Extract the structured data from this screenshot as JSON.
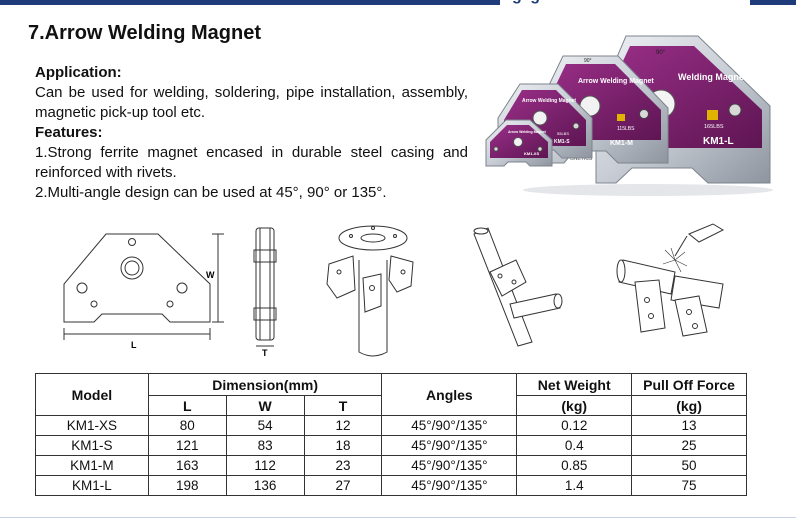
{
  "header": {
    "tagline_fragment": "g    g",
    "accent": "#1f3b7a"
  },
  "section": {
    "title": "7.Arrow Welding Magnet",
    "application_heading": "Application:",
    "application_text": "Can be used for welding, soldering, pipe installation, assembly, magnetic pick-up tool etc.",
    "features_heading": "Features:",
    "feature_1": "1.Strong ferrite magnet encased in durable steel casing and reinforced with rivets.",
    "feature_2": "2.Multi-angle design can be used at 45°, 90° or 135°."
  },
  "photo": {
    "magnet_large": {
      "name": "Welding Magnet",
      "angle": "90°",
      "load": "165LBS",
      "model": "KM1-L"
    },
    "magnet_medium": {
      "name": "Arrow Welding Magnet",
      "angle": "90°",
      "load": "115LBS",
      "model": "KM1-M"
    },
    "magnet_small": {
      "name": "Arrow Welding Magnet",
      "load": "55LBS",
      "model": "KM1-S"
    },
    "magnet_tiny": {
      "name": "Arrow Welding Magnet",
      "model": "KM1-XS"
    },
    "brand_fragment": "GNETICS",
    "magnet_color": "#7a1f6c",
    "steel_color": "#c9ced6"
  },
  "dimension_drawing": {
    "width_label": "W",
    "length_label": "L",
    "thickness_label": "T"
  },
  "table": {
    "headers": {
      "model": "Model",
      "dimension": "Dimension(mm)",
      "l": "L",
      "w": "W",
      "t": "T",
      "angles": "Angles",
      "net_weight_line1": "Net Weight",
      "net_weight_line2": "(kg)",
      "pull_off_line1": "Pull Off Force",
      "pull_off_line2": "(kg)"
    },
    "rows": [
      {
        "model": "KM1-XS",
        "l": "80",
        "w": "54",
        "t": "12",
        "angles": "45°/90°/135°",
        "weight": "0.12",
        "force": "13"
      },
      {
        "model": "KM1-S",
        "l": "121",
        "w": "83",
        "t": "18",
        "angles": "45°/90°/135°",
        "weight": "0.4",
        "force": "25"
      },
      {
        "model": "KM1-M",
        "l": "163",
        "w": "112",
        "t": "23",
        "angles": "45°/90°/135°",
        "weight": "0.85",
        "force": "50"
      },
      {
        "model": "KM1-L",
        "l": "198",
        "w": "136",
        "t": "27",
        "angles": "45°/90°/135°",
        "weight": "1.4",
        "force": "75"
      }
    ]
  }
}
